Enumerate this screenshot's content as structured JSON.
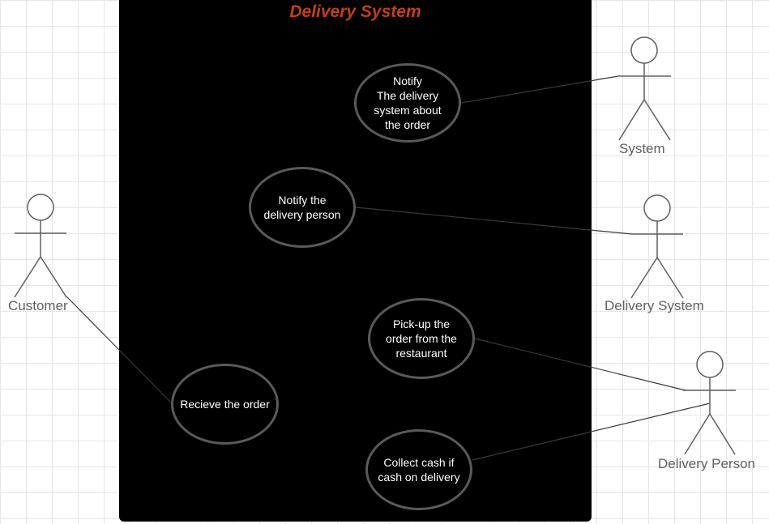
{
  "diagram": {
    "type": "use-case",
    "system_title": "Delivery System",
    "colors": {
      "boundary": "#000000",
      "title": "#c0401a",
      "usecase_border": "#5a5a5a",
      "usecase_text": "#ffffff",
      "actor": "#5f5f5f",
      "association_line": "#3a3a3a",
      "grid": "#e6e6e6"
    },
    "use_cases": [
      {
        "id": "uc-notify-system",
        "label": "Notify\nThe delivery\nsystem about\nthe order"
      },
      {
        "id": "uc-notify-person",
        "label": "Notify the\ndelivery person"
      },
      {
        "id": "uc-pickup",
        "label": "Pick-up the\norder from the\nrestaurant"
      },
      {
        "id": "uc-receive",
        "label": "Recieve the order"
      },
      {
        "id": "uc-collect-cash",
        "label": "Collect cash if\ncash on delivery"
      }
    ],
    "actors": [
      {
        "id": "actor-system",
        "label": "System"
      },
      {
        "id": "actor-delivery-system",
        "label": "Delivery System"
      },
      {
        "id": "actor-customer",
        "label": "Customer"
      },
      {
        "id": "actor-delivery-person",
        "label": "Delivery Person"
      }
    ],
    "associations": [
      {
        "from": "actor-system",
        "to": "uc-notify-system"
      },
      {
        "from": "actor-delivery-system",
        "to": "uc-notify-person"
      },
      {
        "from": "actor-customer",
        "to": "uc-receive"
      },
      {
        "from": "actor-delivery-person",
        "to": "uc-pickup"
      },
      {
        "from": "actor-delivery-person",
        "to": "uc-collect-cash"
      }
    ]
  }
}
